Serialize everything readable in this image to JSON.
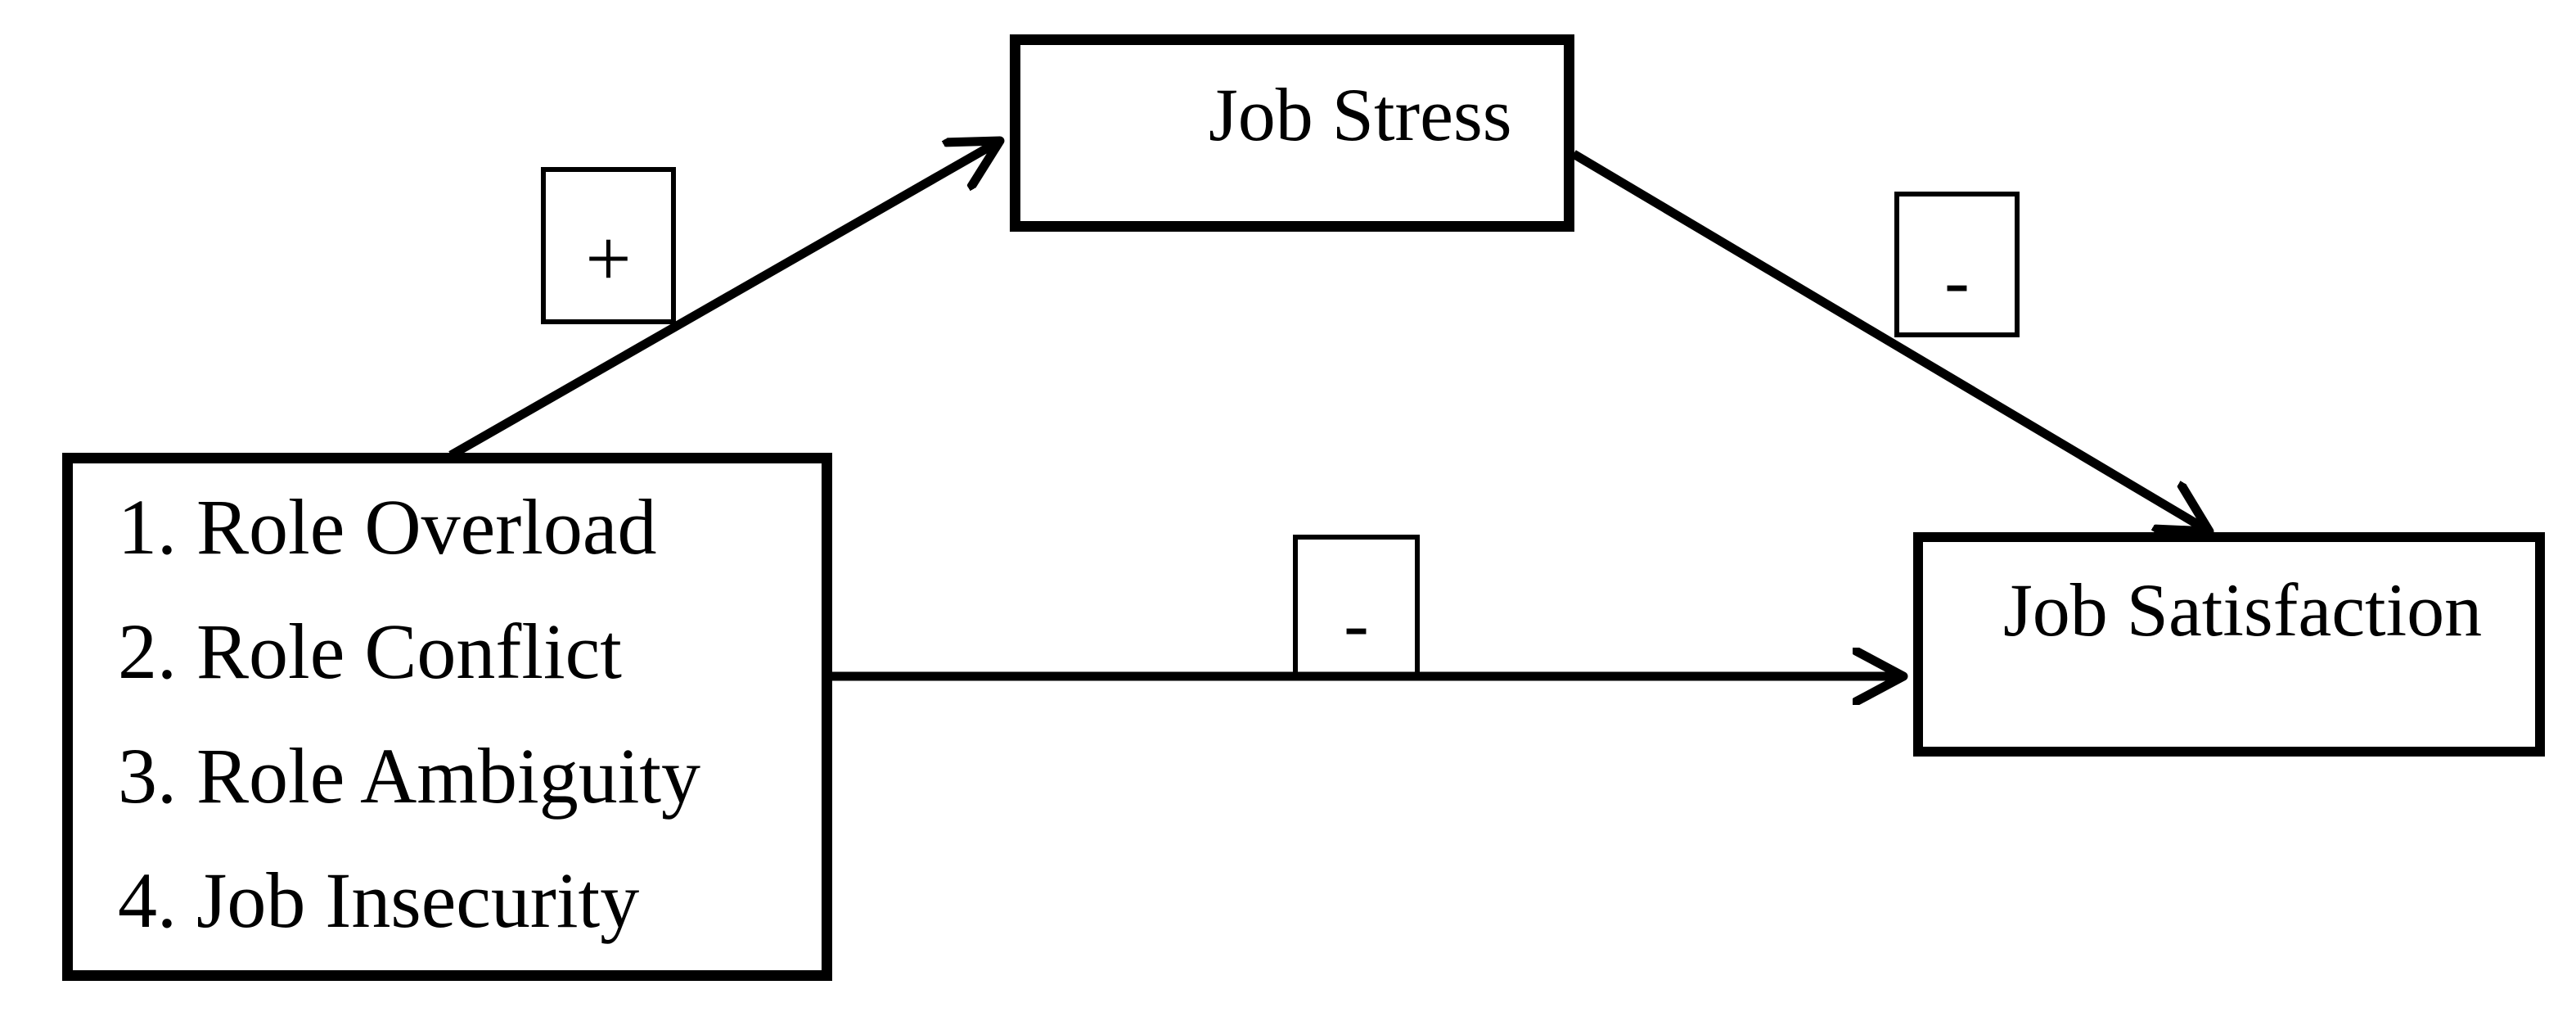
{
  "figure": {
    "background_color": "#ffffff",
    "line_color": "#000000",
    "nodes": {
      "stressors": {
        "items": [
          "1. Role Overload",
          "2. Role Conflict",
          "3. Role Ambiguity",
          "4. Job Insecurity"
        ]
      },
      "job_stress": {
        "label": "Job Stress"
      },
      "job_satisfaction": {
        "label": "Job Satisfaction"
      }
    },
    "edge_labels": {
      "stressors_to_job_stress": "+",
      "job_stress_to_job_satisfaction": "-",
      "stressors_to_job_satisfaction": "-"
    }
  }
}
